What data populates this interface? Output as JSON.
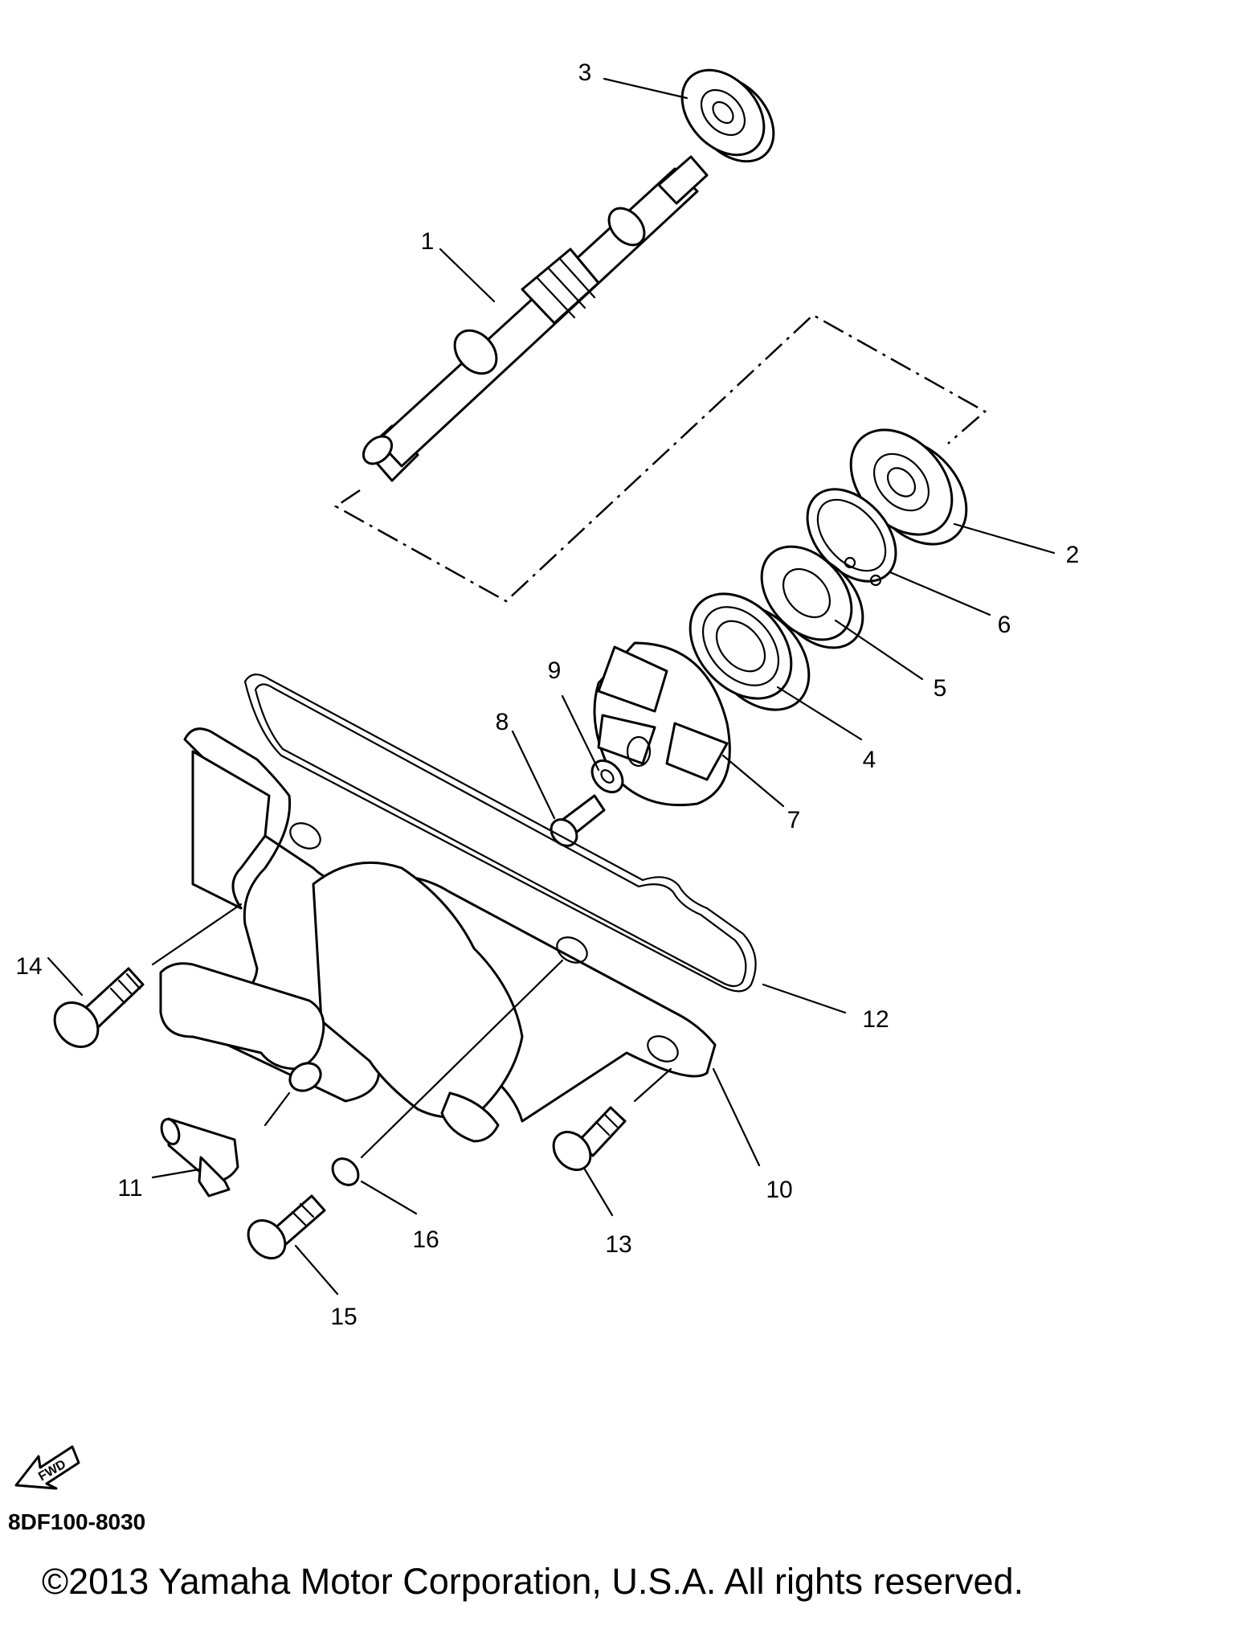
{
  "diagram": {
    "callouts": [
      "1",
      "2",
      "3",
      "4",
      "5",
      "6",
      "7",
      "8",
      "9",
      "10",
      "11",
      "12",
      "13",
      "14",
      "15",
      "16"
    ],
    "fwd_label": "FWD",
    "drawing_code": "8DF100-8030",
    "copyright": "©2013 Yamaha Motor Corporation, U.S.A. All rights reserved."
  }
}
